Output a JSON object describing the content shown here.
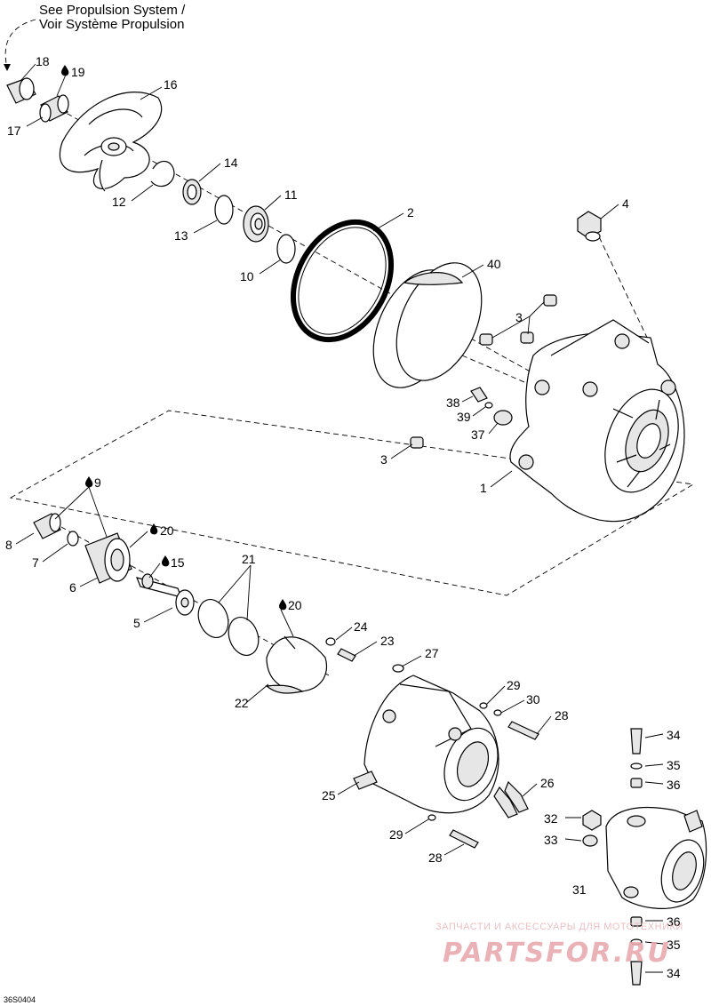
{
  "reference_note": {
    "line1": "See Propulsion System /",
    "line2": "Voir Système Propulsion"
  },
  "callouts": [
    {
      "id": "18",
      "text": "18"
    },
    {
      "id": "19",
      "text": "19",
      "oil": true
    },
    {
      "id": "16",
      "text": "16"
    },
    {
      "id": "17",
      "text": "17"
    },
    {
      "id": "14",
      "text": "14"
    },
    {
      "id": "12",
      "text": "12"
    },
    {
      "id": "11",
      "text": "11"
    },
    {
      "id": "13",
      "text": "13"
    },
    {
      "id": "2",
      "text": "2"
    },
    {
      "id": "10",
      "text": "10"
    },
    {
      "id": "40",
      "text": "40"
    },
    {
      "id": "4",
      "text": "4"
    },
    {
      "id": "3a",
      "text": "3"
    },
    {
      "id": "38",
      "text": "38"
    },
    {
      "id": "39",
      "text": "39"
    },
    {
      "id": "37",
      "text": "37"
    },
    {
      "id": "3b",
      "text": "3"
    },
    {
      "id": "1",
      "text": "1"
    },
    {
      "id": "9",
      "text": "9",
      "oil": true
    },
    {
      "id": "8",
      "text": "8"
    },
    {
      "id": "20a",
      "text": "20",
      "oil": true
    },
    {
      "id": "7",
      "text": "7"
    },
    {
      "id": "15",
      "text": "15",
      "oil": true
    },
    {
      "id": "21",
      "text": "21"
    },
    {
      "id": "6",
      "text": "6"
    },
    {
      "id": "5",
      "text": "5"
    },
    {
      "id": "20b",
      "text": "20",
      "oil": true
    },
    {
      "id": "24",
      "text": "24"
    },
    {
      "id": "23",
      "text": "23"
    },
    {
      "id": "27",
      "text": "27"
    },
    {
      "id": "22",
      "text": "22"
    },
    {
      "id": "29a",
      "text": "29"
    },
    {
      "id": "30",
      "text": "30"
    },
    {
      "id": "28a",
      "text": "28"
    },
    {
      "id": "34a",
      "text": "34"
    },
    {
      "id": "35a",
      "text": "35"
    },
    {
      "id": "26",
      "text": "26"
    },
    {
      "id": "36a",
      "text": "36"
    },
    {
      "id": "25",
      "text": "25"
    },
    {
      "id": "32",
      "text": "32"
    },
    {
      "id": "29b",
      "text": "29"
    },
    {
      "id": "33",
      "text": "33"
    },
    {
      "id": "28b",
      "text": "28"
    },
    {
      "id": "31",
      "text": "31"
    },
    {
      "id": "36b",
      "text": "36"
    },
    {
      "id": "35b",
      "text": "35"
    },
    {
      "id": "34b",
      "text": "34"
    }
  ],
  "drawing_code": "36S0404",
  "watermark": {
    "line1": "ЗАПЧАСТИ И АКСЕССУАРЫ ДЛЯ МОТОТЕХНИКИ",
    "line2": "PARTSFOR.RU"
  }
}
